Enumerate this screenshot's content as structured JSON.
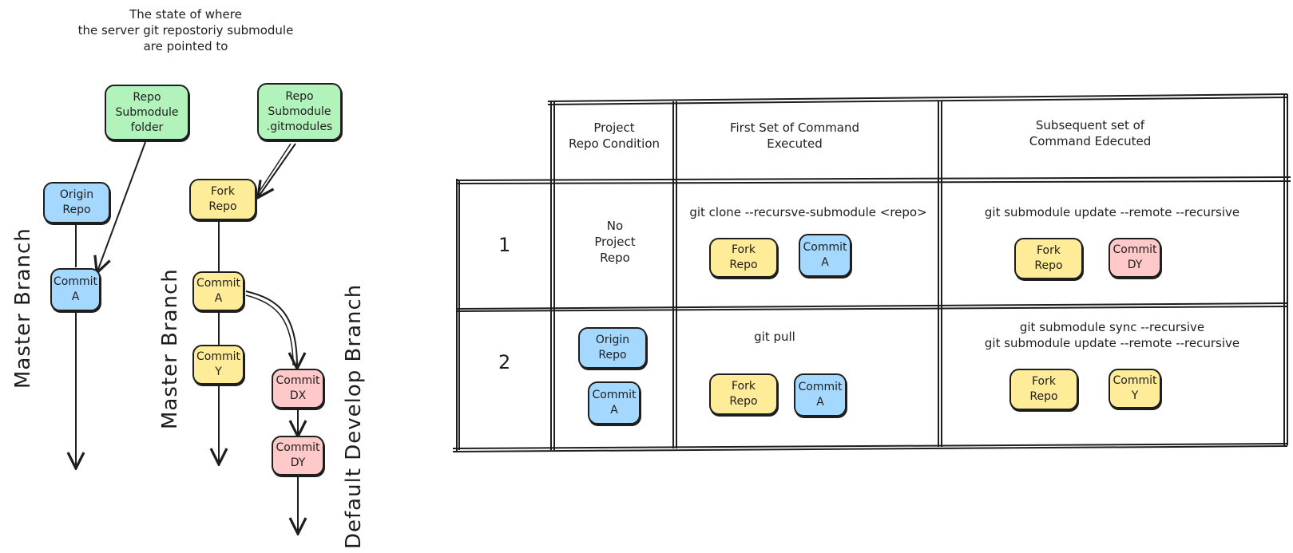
{
  "caption": "The state of  where\nthe server git repostoriy submodule\nare pointed to",
  "labels": {
    "master_branch_1": "Master Branch",
    "master_branch_2": "Master Branch",
    "default_develop_branch": "Default Develop Branch"
  },
  "nodes": {
    "repo_submodule_folder": "Repo\nSubmodule\nfolder",
    "repo_submodule_gitmodules": "Repo\nSubmodule\n.gitmodules",
    "origin_repo": "Origin\nRepo",
    "commit_a_left": "Commit\nA",
    "fork_repo": "Fork\nRepo",
    "commit_a_mid": "Commit\nA",
    "commit_y": "Commit\nY",
    "commit_dx": "Commit\nDX",
    "commit_dy": "Commit\nDY"
  },
  "table": {
    "headers": [
      "Project\nRepo Condition",
      "First Set of Command\nExecuted",
      "Subsequent set of\nCommand Edecuted"
    ],
    "rows": [
      {
        "number": "1",
        "condition_text": "No\nProject\nRepo",
        "first_cmd": "git clone --recursve-submodule <repo>",
        "first_nodes": [
          "Fork\nRepo",
          "Commit\nA"
        ],
        "subsequent_cmd": "git submodule update --remote --recursive",
        "subsequent_nodes": [
          "Fork\nRepo",
          "Commit\nDY"
        ]
      },
      {
        "number": "2",
        "condition_nodes": [
          "Origin\nRepo",
          "Commit\nA"
        ],
        "first_cmd": "git pull",
        "first_nodes": [
          "Fork\nRepo",
          "Commit\nA"
        ],
        "subsequent_cmd": "git submodule sync --recursive\ngit submodule update --remote --recursive",
        "subsequent_nodes": [
          "Fork\nRepo",
          "Commit\nY"
        ]
      }
    ]
  },
  "colors": {
    "green": "#b2f2bb",
    "blue": "#a5d8ff",
    "yellow": "#ffec99",
    "pink": "#ffc9c9",
    "stroke": "#1e1e1e"
  }
}
